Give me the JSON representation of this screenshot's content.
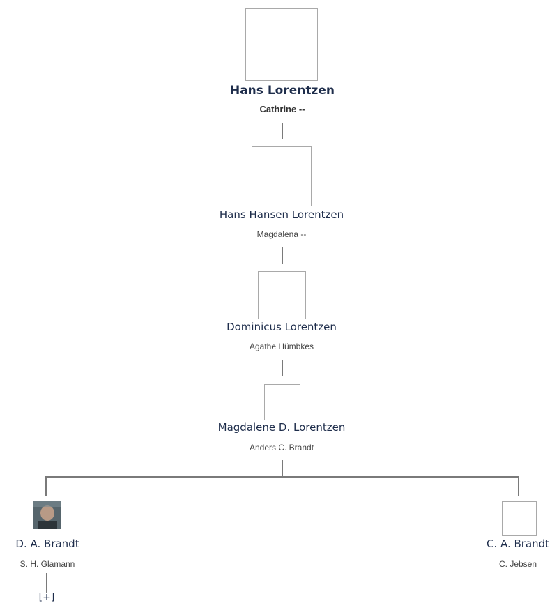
{
  "generations": [
    {
      "name": "Hans Lorentzen",
      "spouse": "Cathrine --"
    },
    {
      "name": "Hans Hansen Lorentzen",
      "spouse": "Magdalena --"
    },
    {
      "name": "Dominicus Lorentzen",
      "spouse": "Agathe Hümbkes"
    },
    {
      "name": "Magdalene D. Lorentzen",
      "spouse": "Anders C. Brandt"
    }
  ],
  "children": [
    {
      "name": "D. A. Brandt",
      "spouse": "S. H. Glamann",
      "expand_label": "[+]"
    },
    {
      "name": "C. A. Brandt",
      "spouse": "C. Jebsen"
    }
  ]
}
